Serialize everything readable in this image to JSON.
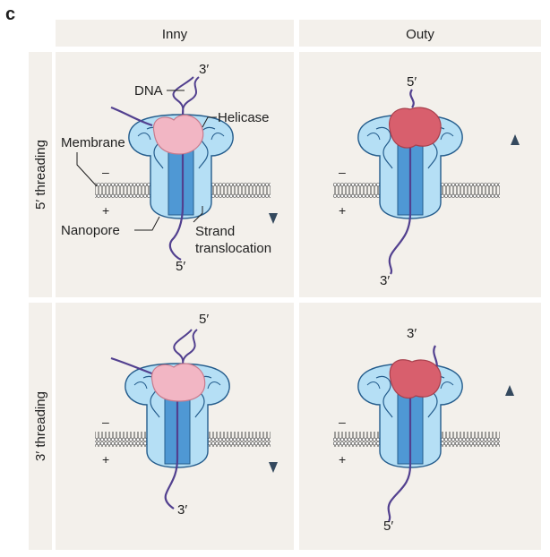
{
  "figure": {
    "panel_letter": "c",
    "columns": [
      "Inny",
      "Outy"
    ],
    "rows": [
      "5′ threading",
      "3′ threading"
    ]
  },
  "panels": {
    "five_inny": {
      "top_end": "3′",
      "bottom_end": "5′",
      "dna_label": "DNA",
      "helicase_label": "Helicase",
      "membrane_label": "Membrane",
      "nanopore_label": "Nanopore",
      "strand_line1": "Strand",
      "strand_line2": "translocation",
      "minus_sign": "–",
      "plus_sign": "+"
    },
    "five_outy": {
      "top_end": "5′",
      "bottom_end": "3′",
      "minus_sign": "–",
      "plus_sign": "+"
    },
    "three_inny": {
      "top_end": "5′",
      "bottom_end": "3′",
      "minus_sign": "–",
      "plus_sign": "+"
    },
    "three_outy": {
      "top_end": "3′",
      "bottom_end": "5′",
      "minus_sign": "–",
      "plus_sign": "+"
    }
  },
  "colors": {
    "panel_bg": "#f3f0eb",
    "pore_light": "#b5dff5",
    "pore_mid": "#4f98d4",
    "pore_outline": "#245c8c",
    "dna": "#52408f",
    "helicase_inny": "#f2b6c4",
    "helicase_outy": "#d85f6d",
    "arrow": "#34495e"
  },
  "icons": {
    "direction_arrow": "arrow-icon"
  }
}
